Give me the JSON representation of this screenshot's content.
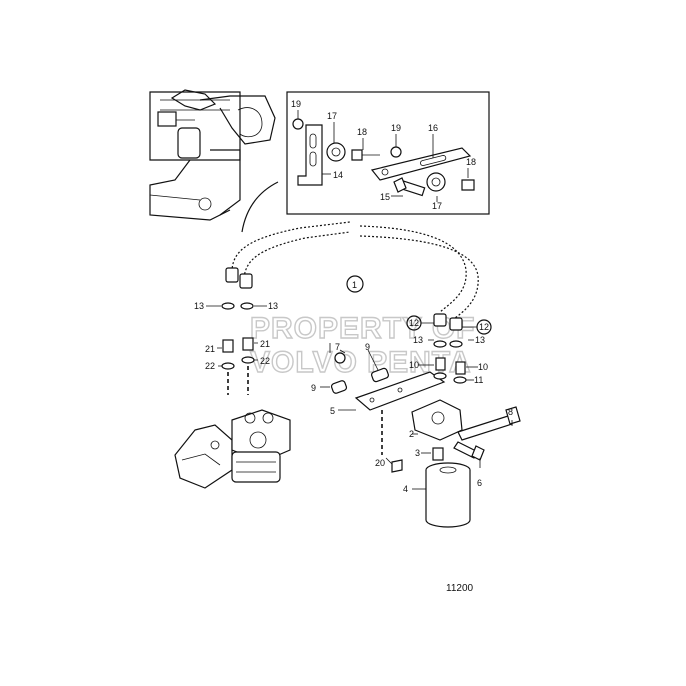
{
  "diagram": {
    "drawing_number": "11200",
    "watermark": {
      "line1": "PROPERTY OF",
      "line2": "VOLVO PENTA"
    },
    "inset_labels": {
      "p19a": "19",
      "p17a": "17",
      "p18a": "18",
      "p19b": "19",
      "p16": "16",
      "p14": "14",
      "p15": "15",
      "p17b": "17",
      "p18b": "18"
    },
    "main_labels": {
      "p1": "1",
      "p13a": "13",
      "p13b": "13",
      "p21a": "21",
      "p21b": "21",
      "p22a": "22",
      "p22b": "22",
      "p12a": "12",
      "p12b": "12",
      "p13c": "13",
      "p13d": "13",
      "p7": "7",
      "p9a": "9",
      "p9b": "9",
      "p5": "5",
      "p10a": "10",
      "p10b": "10",
      "p11": "11",
      "p8": "8",
      "p2": "2",
      "p3": "3",
      "p20": "20",
      "p6": "6",
      "p4": "4"
    }
  }
}
